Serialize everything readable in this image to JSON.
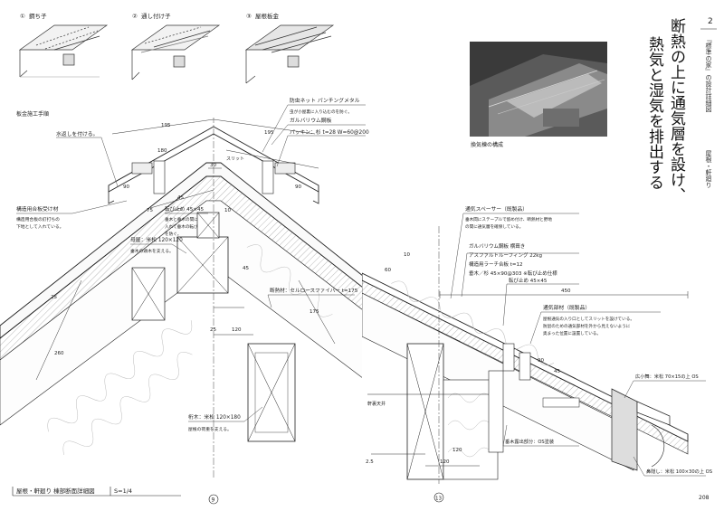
{
  "top_steps": [
    {
      "num": "①",
      "label": "鋼ち子"
    },
    {
      "num": "②",
      "label": "通し付け子"
    },
    {
      "num": "③",
      "label": "屋根板金"
    }
  ],
  "top_caption": "板金施工手順",
  "photo_caption": "換気棟の構成",
  "page_number_top": "2",
  "series_title": "『標準の家』の設計詳細図",
  "section_title": "屋根・軒廻り",
  "headline_col1": "断熱の上に通気層を設け、",
  "headline_col2": "熱気と湿気を排出する",
  "left_labels": {
    "net": "防虫ネット パンチングメタル",
    "net_note": "虫が小屋裏に入り込むのを防ぐ。",
    "galv": "ガルバリウム鋼板",
    "packing": "パッキン：杉 t=28 W=60@200",
    "mizukiri": "水返しを付ける。",
    "slit": "スリット",
    "ridge_plywood": "構造用合板受け材",
    "ridge_plywood_note1": "構造用合板の釘打ちの",
    "ridge_plywood_note2": "下地として入れている。",
    "kakuhiki": "転び止め 45×45",
    "kakuhiki_note1": "垂木と垂木の間に",
    "kakuhiki_note2": "入れて垂木の転び",
    "kakuhiki_note3": "を防ぐ。",
    "moya": "母屋：米松 120×120",
    "moya_note": "垂木の頭木を支える。",
    "insul": "断熱材：セルロースファイバー t=175",
    "keta": "桁木：米松 120×180",
    "keta_note": "屋根の荷重を支える。"
  },
  "right_labels": {
    "spacer": "通気スペーサー（既製品）",
    "spacer_note1": "垂木間にステープルで留め付け、断熱材と野地",
    "spacer_note2": "の間に通気層を確保している。",
    "roof1": "ガルバリウム鋼板 横葺き",
    "roof2": "アスファルトルーフィング 22kg",
    "roof3": "構造用ラーチ合板 t=12",
    "roof4": "垂木／杉 45×90@303 ※転び止め仕様",
    "korobi": "転び止め 45×45",
    "vent": "通気部材（既製品）",
    "vent_note1": "屋根通気の入り口としてスリットを設けている。",
    "vent_note2": "防鼠のための通気部材を外から見えないように",
    "vent_note3": "奥まった位置に設置している。",
    "koguchi": "広小舞：米松 70×15の上 OS",
    "taruki_exposed": "垂木露出部分：OS塗装",
    "hanakakushi": "鼻隠し：米松 100×30の上 OS",
    "ceiling": "軒裏天井"
  },
  "dims": {
    "d195a": "195",
    "d195b": "195",
    "d30": "30",
    "d180": "180",
    "d45": "45",
    "d90a": "90",
    "d90b": "90",
    "d75": "75",
    "d10": "10",
    "d25a": "25",
    "d120a": "120",
    "d45b": "45",
    "d175": "175",
    "d260": "260",
    "d25b": "25",
    "d450": "450",
    "d60": "60",
    "d120b": "120",
    "d10b": "10",
    "d25c": "2.5",
    "d120c": "120",
    "d90c": "90",
    "d45c": "45"
  },
  "bottom_title": "屋根・軒廻り 棟部断面詳細図",
  "scale": "S=1/4",
  "grid_left": "9",
  "grid_right": "13",
  "page_number": "208"
}
